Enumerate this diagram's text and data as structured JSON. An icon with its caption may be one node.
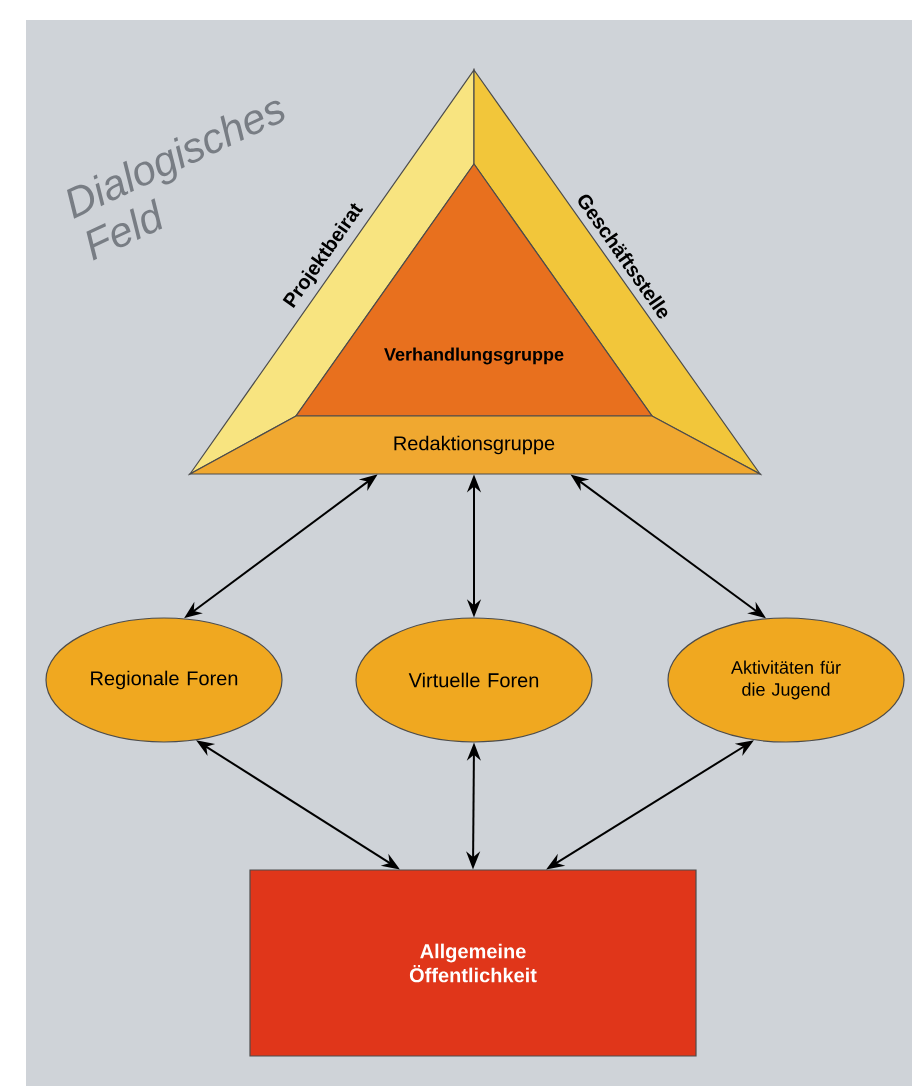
{
  "diagram": {
    "title": "Dialogisches Feld",
    "nodes": [
      {
        "text": [
          "Projektbeirat"
        ]
      },
      {
        "text": [
          "Geschäftsstelle"
        ]
      },
      {
        "text": [
          "Verhandlungsgruppe"
        ]
      },
      {
        "text": [
          "Redaktionsgruppe"
        ]
      },
      {
        "text": [
          "Regionale Foren"
        ]
      },
      {
        "text": [
          "Virtuelle Foren"
        ]
      },
      {
        "text": [
          "Aktivitäten für die Jugend"
        ]
      },
      {
        "text": [
          "Allgemeine Öffentlichkeit"
        ]
      }
    ],
    "edges": [
      {
        "from": 3,
        "to": 4,
        "arrow": "both"
      },
      {
        "from": 3,
        "to": 5,
        "arrow": "both"
      },
      {
        "from": 3,
        "to": 6,
        "arrow": "both"
      },
      {
        "from": 4,
        "to": 7,
        "arrow": "both"
      },
      {
        "from": 5,
        "to": 7,
        "arrow": "both"
      },
      {
        "from": 6,
        "to": 7,
        "arrow": "both"
      }
    ]
  }
}
